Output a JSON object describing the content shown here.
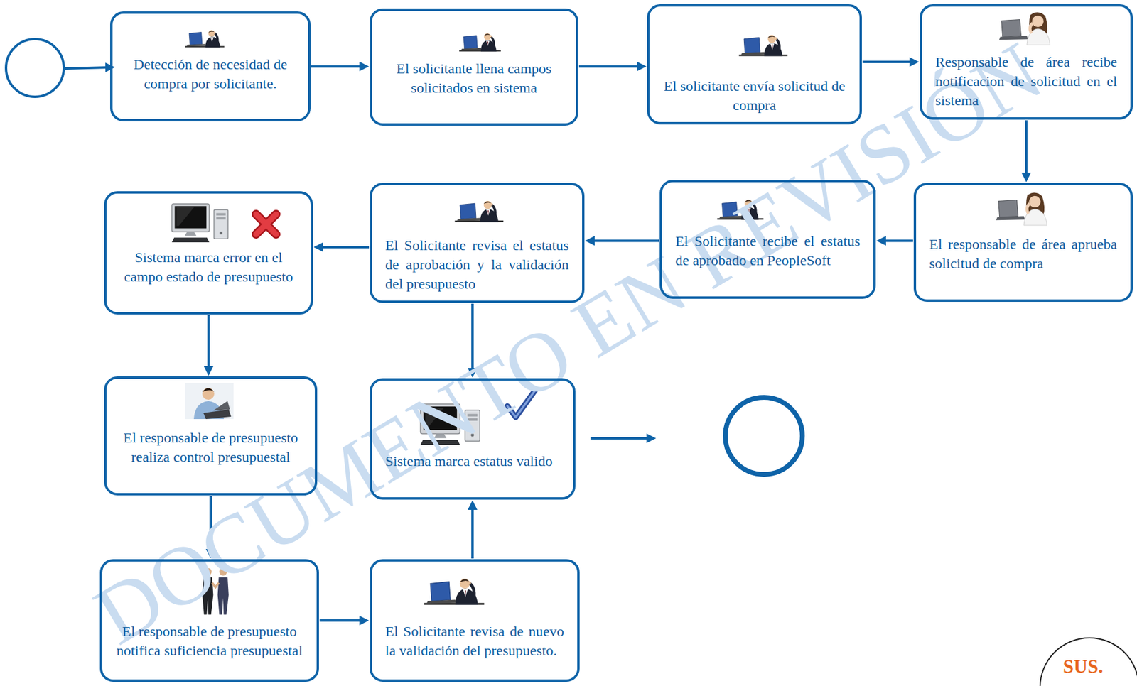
{
  "diagram": {
    "nodes": [
      {
        "text": [
          "Detección de necesidad de compra por solicitante."
        ]
      },
      {
        "text": [
          "El solicitante llena campos solicitados en sistema"
        ]
      },
      {
        "text": [
          "El solicitante envía solicitud de compra"
        ]
      },
      {
        "text": [
          "Responsable de área recibe notificacion de solicitud en el sistema"
        ]
      },
      {
        "text": [
          "Sistema marca error en el campo estado de presupuesto"
        ]
      },
      {
        "text": [
          "El Solicitante revisa el estatus de aprobación y la validación del presupuesto"
        ]
      },
      {
        "text": [
          "El Solicitante recibe el estatus de aprobado en PeopleSoft"
        ]
      },
      {
        "text": [
          "El responsable de área aprueba solicitud de compra"
        ]
      },
      {
        "text": [
          "El responsable de presupuesto realiza control presupuestal"
        ]
      },
      {
        "text": [
          "Sistema marca estatus valido"
        ]
      },
      {
        "text": [
          "El responsable de presupuesto notifica suficiencia presupuestal"
        ]
      },
      {
        "text": [
          "El Solicitante revisa de nuevo la validación del presupuesto."
        ]
      }
    ],
    "edges": [
      {
        "from": 0,
        "to": 1,
        "arrow": "to"
      },
      {
        "from": 1,
        "to": 2,
        "arrow": "to"
      },
      {
        "from": 2,
        "to": 3,
        "arrow": "to"
      },
      {
        "from": 3,
        "to": 7,
        "arrow": "to"
      },
      {
        "from": 7,
        "to": 6,
        "arrow": "to"
      },
      {
        "from": 6,
        "to": 5,
        "arrow": "to"
      },
      {
        "from": 5,
        "to": 4,
        "arrow": "to"
      },
      {
        "from": 5,
        "to": 9,
        "arrow": "to"
      },
      {
        "from": 4,
        "to": 8,
        "arrow": "to"
      },
      {
        "from": 8,
        "to": 10,
        "arrow": "to"
      },
      {
        "from": 10,
        "to": 11,
        "arrow": "to"
      },
      {
        "from": 11,
        "to": 9,
        "arrow": "to"
      }
    ],
    "labels": [
      "DOCUMENTO EN REVISIÓN",
      "SUS."
    ]
  }
}
